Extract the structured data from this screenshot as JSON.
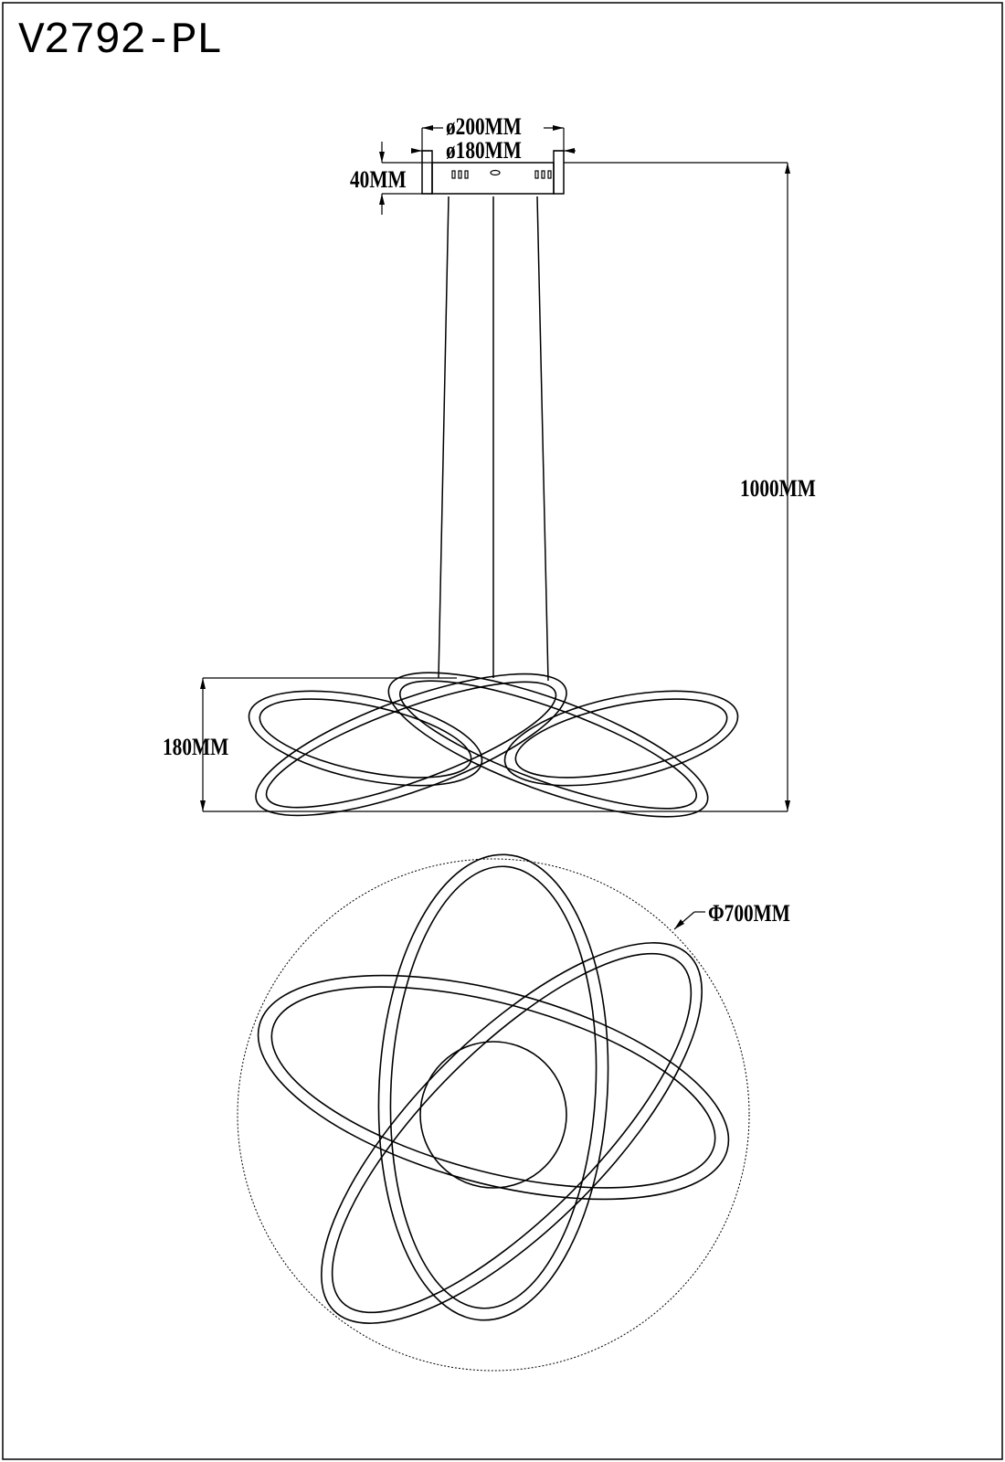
{
  "title": "V2792-PL",
  "dimensions": {
    "canopy_outer_diameter": "ø200MM",
    "canopy_inner_diameter": "ø180MM",
    "canopy_height": "40MM",
    "total_height": "1000MM",
    "ring_height": "180MM",
    "overall_diameter": "Φ700MM"
  }
}
